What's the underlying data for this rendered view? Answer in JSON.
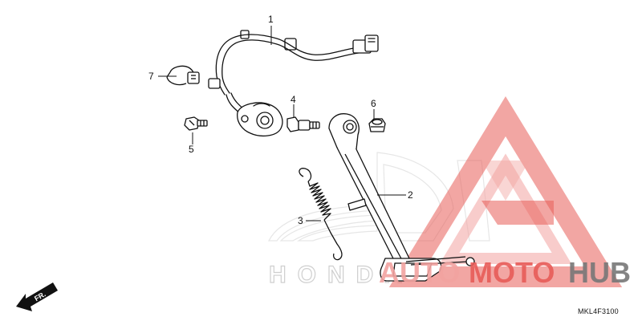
{
  "callouts": {
    "c1": "1",
    "c2": "2",
    "c3": "3",
    "c4": "4",
    "c5": "5",
    "c6": "6",
    "c7": "7"
  },
  "direction": {
    "label": "FR."
  },
  "diagram_code": "MKL4F3100",
  "watermark": {
    "brand_bg": "HONDA",
    "part1": "AUTO",
    "part2": "MOTO",
    "part3": "HUB",
    "colors": {
      "red": "#e85c58",
      "red_light": "#f2a3a0",
      "gray": "#777777"
    }
  }
}
